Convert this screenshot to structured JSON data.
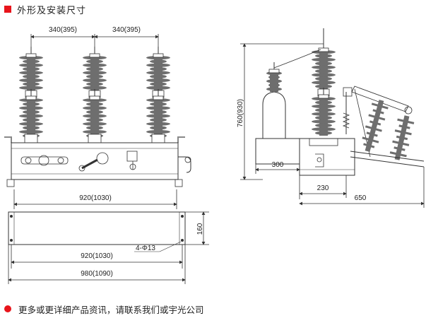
{
  "header": {
    "title": "外形及安装尺寸",
    "marker_color": "#e8141b"
  },
  "footer": {
    "text": "更多或更详细产品资讯，请联系我们或宇光公司",
    "marker_color": "#e8141b"
  },
  "front_view": {
    "pitch_left": "340(395)",
    "pitch_right": "340(395)",
    "base_width": "920(1030)"
  },
  "top_view": {
    "depth": "160",
    "hole_spacing": "920(1030)",
    "hole_label": "4-Φ13",
    "overall_length": "980(1090)"
  },
  "side_view": {
    "height": "760(930)",
    "width_300": "300",
    "width_230": "230",
    "width_650": "650"
  },
  "colors": {
    "line": "#333333",
    "insulator": "#6e6e6e",
    "bracket": "#888888"
  }
}
